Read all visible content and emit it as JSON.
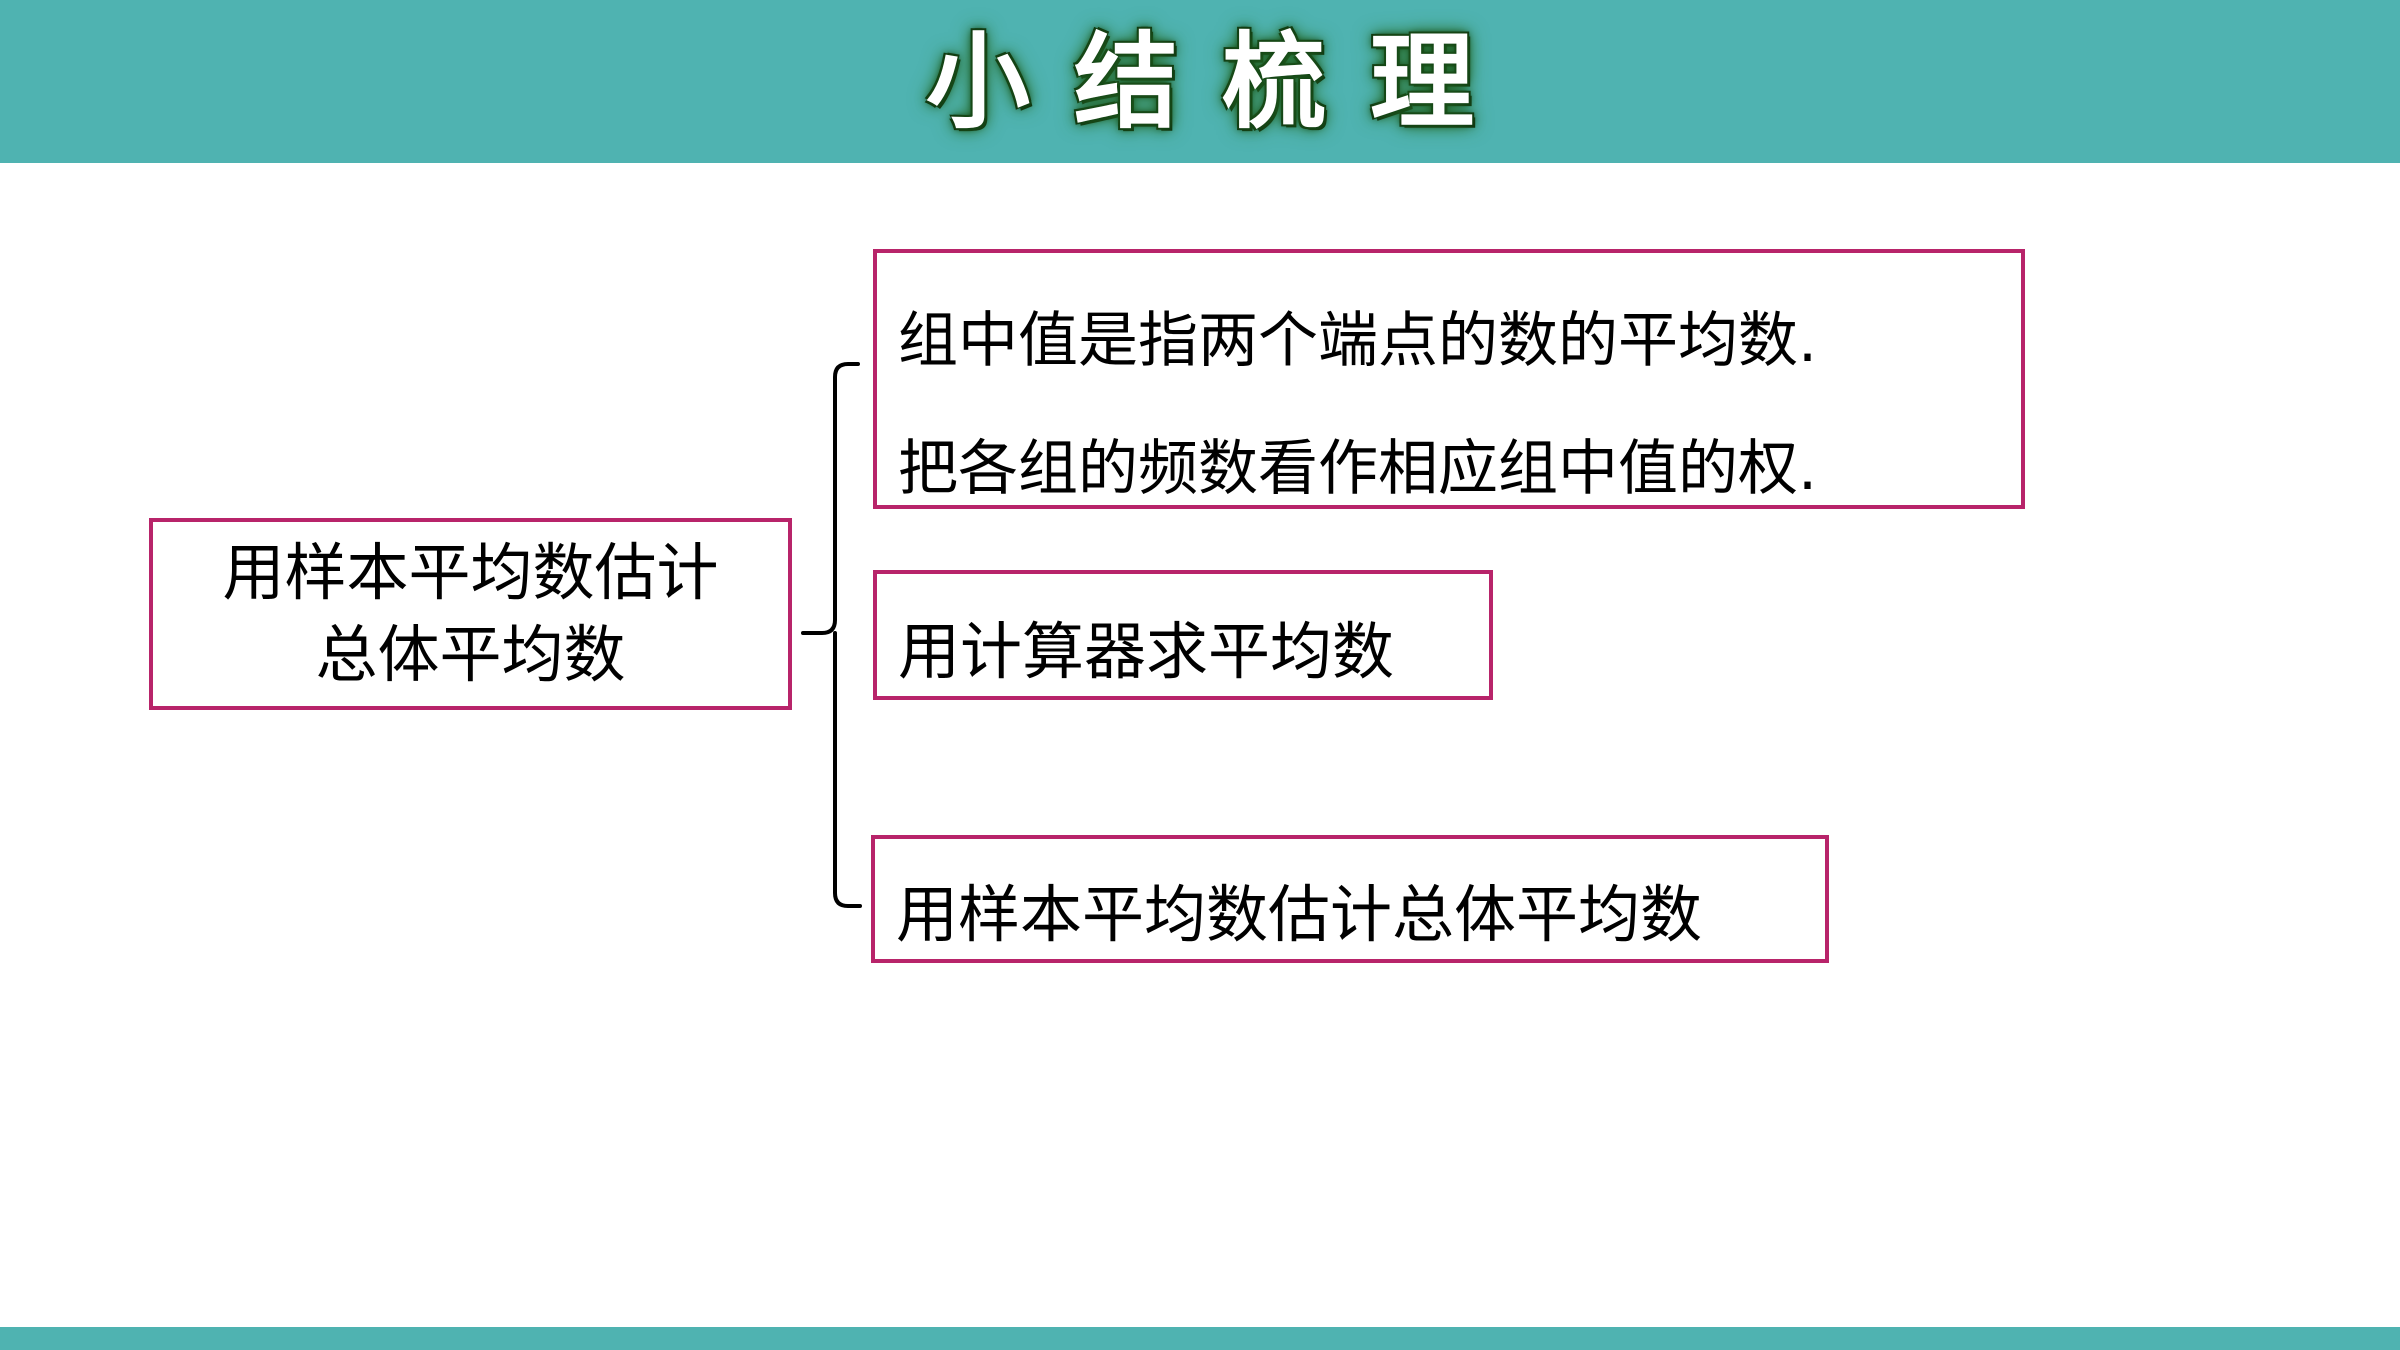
{
  "header": {
    "title": "小结梳理"
  },
  "colors": {
    "header_bar": "#4fb3b1",
    "box_border": "#b8246a",
    "text": "#000000",
    "background": "#ffffff"
  },
  "diagram": {
    "main_node": {
      "line1": "用样本平均数估计",
      "line2": "总体平均数"
    },
    "branches": [
      {
        "line1": "组中值是指两个端点的数的平均数.",
        "line2": "把各组的频数看作相应组中值的权."
      },
      {
        "text": "用计算器求平均数"
      },
      {
        "text": "用样本平均数估计总体平均数"
      }
    ]
  }
}
